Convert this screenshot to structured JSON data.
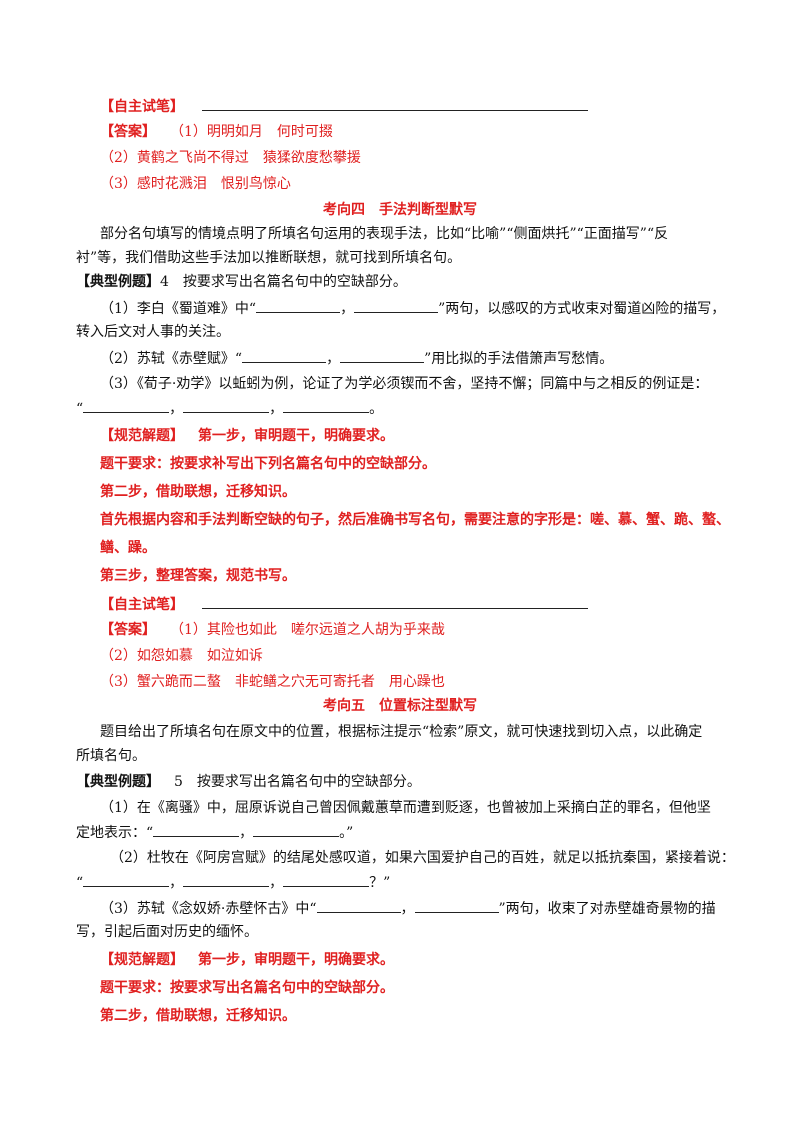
{
  "section3_tail": {
    "self_try_label": "【自主试笔】",
    "answer_label": "【答案】",
    "answer1": "（1）明明如月　何时可掇",
    "answer2": "（2）黄鹤之飞尚不得过　猿猱欲度愁攀援",
    "answer3": "（3）感时花溅泪　恨别鸟惊心"
  },
  "section4": {
    "title": "考向四　手法判断型默写",
    "intro_line1": "部分名句填写的情境点明了所填名句运用的表现手法，比如“比喻”“侧面烘托”“正面描写”“反",
    "intro_line2": "衬”等，我们借助这些手法加以推断联想，就可找到所填名句。",
    "example_label": "【典型例题】",
    "example_text": "4　按要求写出名篇名句中的空缺部分。",
    "q1_pre": "（1）李白《蜀道难》中“",
    "q1_mid": "，",
    "q1_post": "”两句，以感叹的方式收束对蜀道凶险的描写，",
    "q1_line2": "转入后文对人事的关注。",
    "q2_pre": "（2）苏轼《赤壁赋》“",
    "q2_mid": "，",
    "q2_post": "”用比拟的手法借箫声写愁情。",
    "q3_line1": "（3）《荀子·劝学》以蚯蚓为例，论证了为学必须锲而不舍，坚持不懈；同篇中与之相反的例证是：",
    "q3_open": "“",
    "q3_comma": "，",
    "q3_end": "。",
    "solve_label": "【规范解题】",
    "solve_step1": "第一步，审明题干，明确要求。",
    "solve_req": "题干要求：按要求补写出下列名篇名句中的空缺部分。",
    "solve_step2": "第二步，借助联想，迁移知识。",
    "solve_detail1": "首先根据内容和手法判断空缺的句子，然后准确书写名句，需要注意的字形是：嗟、慕、蟹、跪、螯、",
    "solve_detail2": "鳝、躁。",
    "solve_step3": "第三步，整理答案，规范书写。",
    "self_try_label": "【自主试笔】",
    "answer_label": "【答案】",
    "answer1": "（1）其险也如此　嗟尔远道之人胡为乎来哉",
    "answer2": "（2）如怨如慕　如泣如诉",
    "answer3": "（3）蟹六跪而二螯　非蛇鳝之穴无可寄托者　用心躁也"
  },
  "section5": {
    "title": "考向五　位置标注型默写",
    "intro_line1": "题目给出了所填名句在原文中的位置，根据标注提示“检索”原文，就可快速找到切入点，以此确定",
    "intro_line2": "所填名句。",
    "example_label": "【典型例题】",
    "example_text": "5　按要求写出名篇名句中的空缺部分。",
    "q1_line1": "（1）在《离骚》中，屈原诉说自己曾因佩戴蕙草而遭到贬逐，也曾被加上采摘白芷的罪名，但他坚",
    "q1_pre": "定地表示：“",
    "q1_mid": "，",
    "q1_end": "。”",
    "q2_line1": "（2）杜牧在《阿房宫赋》的结尾处感叹道，如果六国爱护自己的百姓，就足以抵抗秦国，紧接着说：",
    "q2_open": "“",
    "q2_comma": "，",
    "q2_end": "？”",
    "q3_pre": "（3）苏轼《念奴娇·赤壁怀古》中“",
    "q3_mid": "，",
    "q3_post": "”两句，收束了对赤壁雄奇景物的描",
    "q3_line2": "写，引起后面对历史的缅怀。",
    "solve_label": "【规范解题】",
    "solve_step1": "第一步，审明题干，明确要求。",
    "solve_req": "题干要求：按要求写出名篇名句中的空缺部分。",
    "solve_step2": "第二步，借助联想，迁移知识。"
  }
}
